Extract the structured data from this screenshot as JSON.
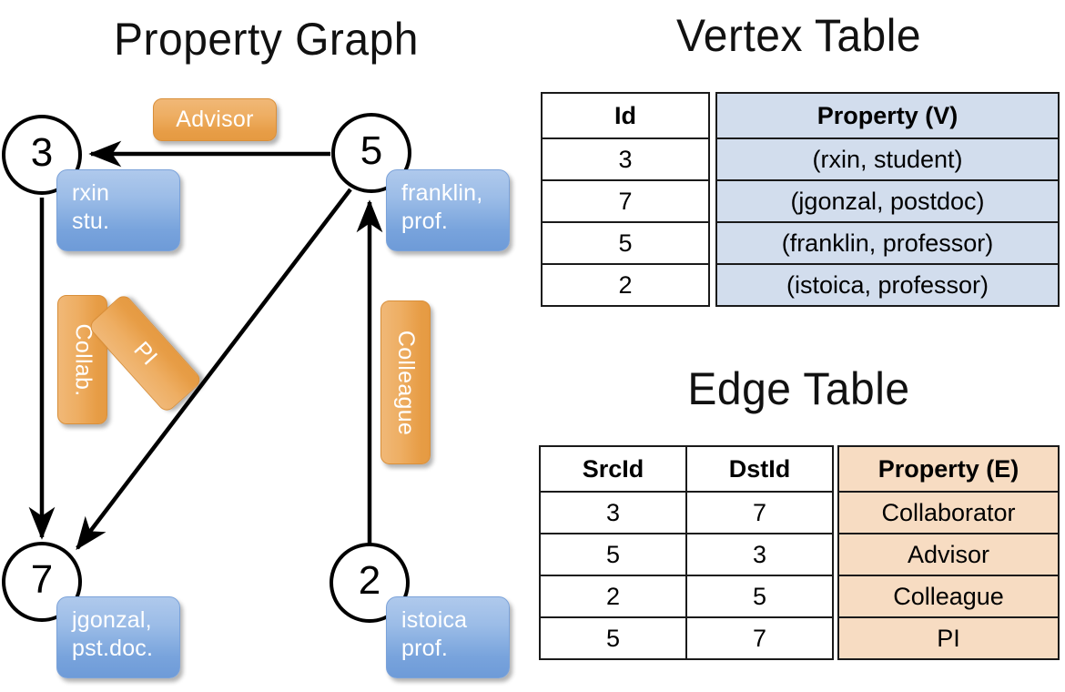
{
  "titles": {
    "property_graph": "Property Graph",
    "vertex_table": "Vertex Table",
    "edge_table": "Edge Table"
  },
  "graph": {
    "nodes": [
      {
        "id": "3",
        "label_line1": "rxin",
        "label_line2": "stu."
      },
      {
        "id": "5",
        "label_line1": "franklin,",
        "label_line2": "prof."
      },
      {
        "id": "7",
        "label_line1": "jgonzal,",
        "label_line2": "pst.doc."
      },
      {
        "id": "2",
        "label_line1": "istoica",
        "label_line2": "prof."
      }
    ],
    "edge_labels": [
      {
        "text": "Advisor",
        "orientation": "horizontal"
      },
      {
        "text": "Collab.",
        "orientation": "vertical"
      },
      {
        "text": "PI",
        "orientation": "diagonal"
      },
      {
        "text": "Colleague",
        "orientation": "vertical"
      }
    ],
    "edges": [
      {
        "from": "5",
        "to": "3",
        "label": "Advisor"
      },
      {
        "from": "3",
        "to": "7",
        "label": "Collab."
      },
      {
        "from": "5",
        "to": "7",
        "label": "PI"
      },
      {
        "from": "2",
        "to": "5",
        "label": "Colleague"
      }
    ]
  },
  "vertex_table": {
    "headers": [
      "Id",
      "Property (V)"
    ],
    "rows": [
      {
        "id": "3",
        "property": "(rxin, student)"
      },
      {
        "id": "7",
        "property": "(jgonzal, postdoc)"
      },
      {
        "id": "5",
        "property": "(franklin, professor)"
      },
      {
        "id": "2",
        "property": "(istoica, professor)"
      }
    ]
  },
  "edge_table": {
    "headers": [
      "SrcId",
      "DstId",
      "Property (E)"
    ],
    "rows": [
      {
        "src": "3",
        "dst": "7",
        "property": "Collaborator"
      },
      {
        "src": "5",
        "dst": "3",
        "property": "Advisor"
      },
      {
        "src": "2",
        "dst": "5",
        "property": "Colleague"
      },
      {
        "src": "5",
        "dst": "7",
        "property": "PI"
      }
    ]
  },
  "colors": {
    "vertex_fill": "#d2dded",
    "edge_fill": "#f7dcc2",
    "node_box_blue": "#8fb3e4",
    "edge_label_orange": "#eaa552",
    "stroke": "#000000",
    "background": "#ffffff"
  }
}
